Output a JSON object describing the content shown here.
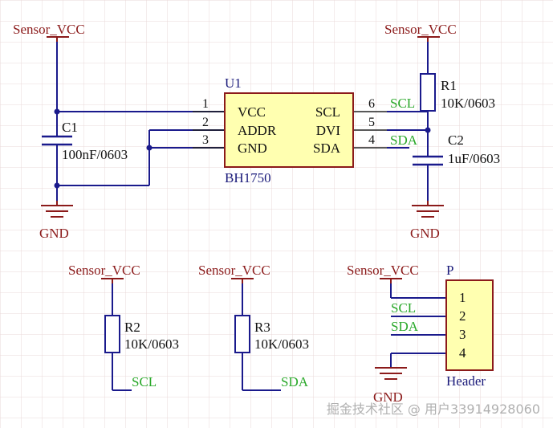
{
  "colors": {
    "wire": "#1a1a8c",
    "power": "#8b1a1a",
    "component": "#1a1a8c",
    "ic_fill": "#ffffb0",
    "ic_border": "#8b1a1a",
    "net_label": "#2aa82a",
    "grid": "#ead8d8",
    "junction": "#1a1a8c"
  },
  "power": {
    "vcc_c1": "Sensor_VCC",
    "vcc_r1": "Sensor_VCC",
    "vcc_r2": "Sensor_VCC",
    "vcc_r3": "Sensor_VCC",
    "vcc_header": "Sensor_VCC",
    "gnd_c1": "GND",
    "gnd_c2": "GND",
    "gnd_header": "GND"
  },
  "u1": {
    "designator": "U1",
    "part": "BH1750",
    "pins_left": [
      {
        "num": "1",
        "name": "VCC"
      },
      {
        "num": "2",
        "name": "ADDR"
      },
      {
        "num": "3",
        "name": "GND"
      }
    ],
    "pins_right": [
      {
        "num": "6",
        "name": "SCL"
      },
      {
        "num": "5",
        "name": "DVI"
      },
      {
        "num": "4",
        "name": "SDA"
      }
    ]
  },
  "c1": {
    "designator": "C1",
    "value": "100nF/0603"
  },
  "c2": {
    "designator": "C2",
    "value": "1uF/0603"
  },
  "r1": {
    "designator": "R1",
    "value": "10K/0603"
  },
  "r2": {
    "designator": "R2",
    "value": "10K/0603"
  },
  "r3": {
    "designator": "R3",
    "value": "10K/0603"
  },
  "nets": {
    "scl_u1": "SCL",
    "sda_u1": "SDA",
    "scl_r2": "SCL",
    "sda_r3": "SDA",
    "scl_header": "SCL",
    "sda_header": "SDA"
  },
  "header": {
    "designator": "P",
    "part": "Header",
    "pins": [
      "1",
      "2",
      "3",
      "4"
    ]
  },
  "watermark": "掘金技术社区 @ 用户33914928060"
}
